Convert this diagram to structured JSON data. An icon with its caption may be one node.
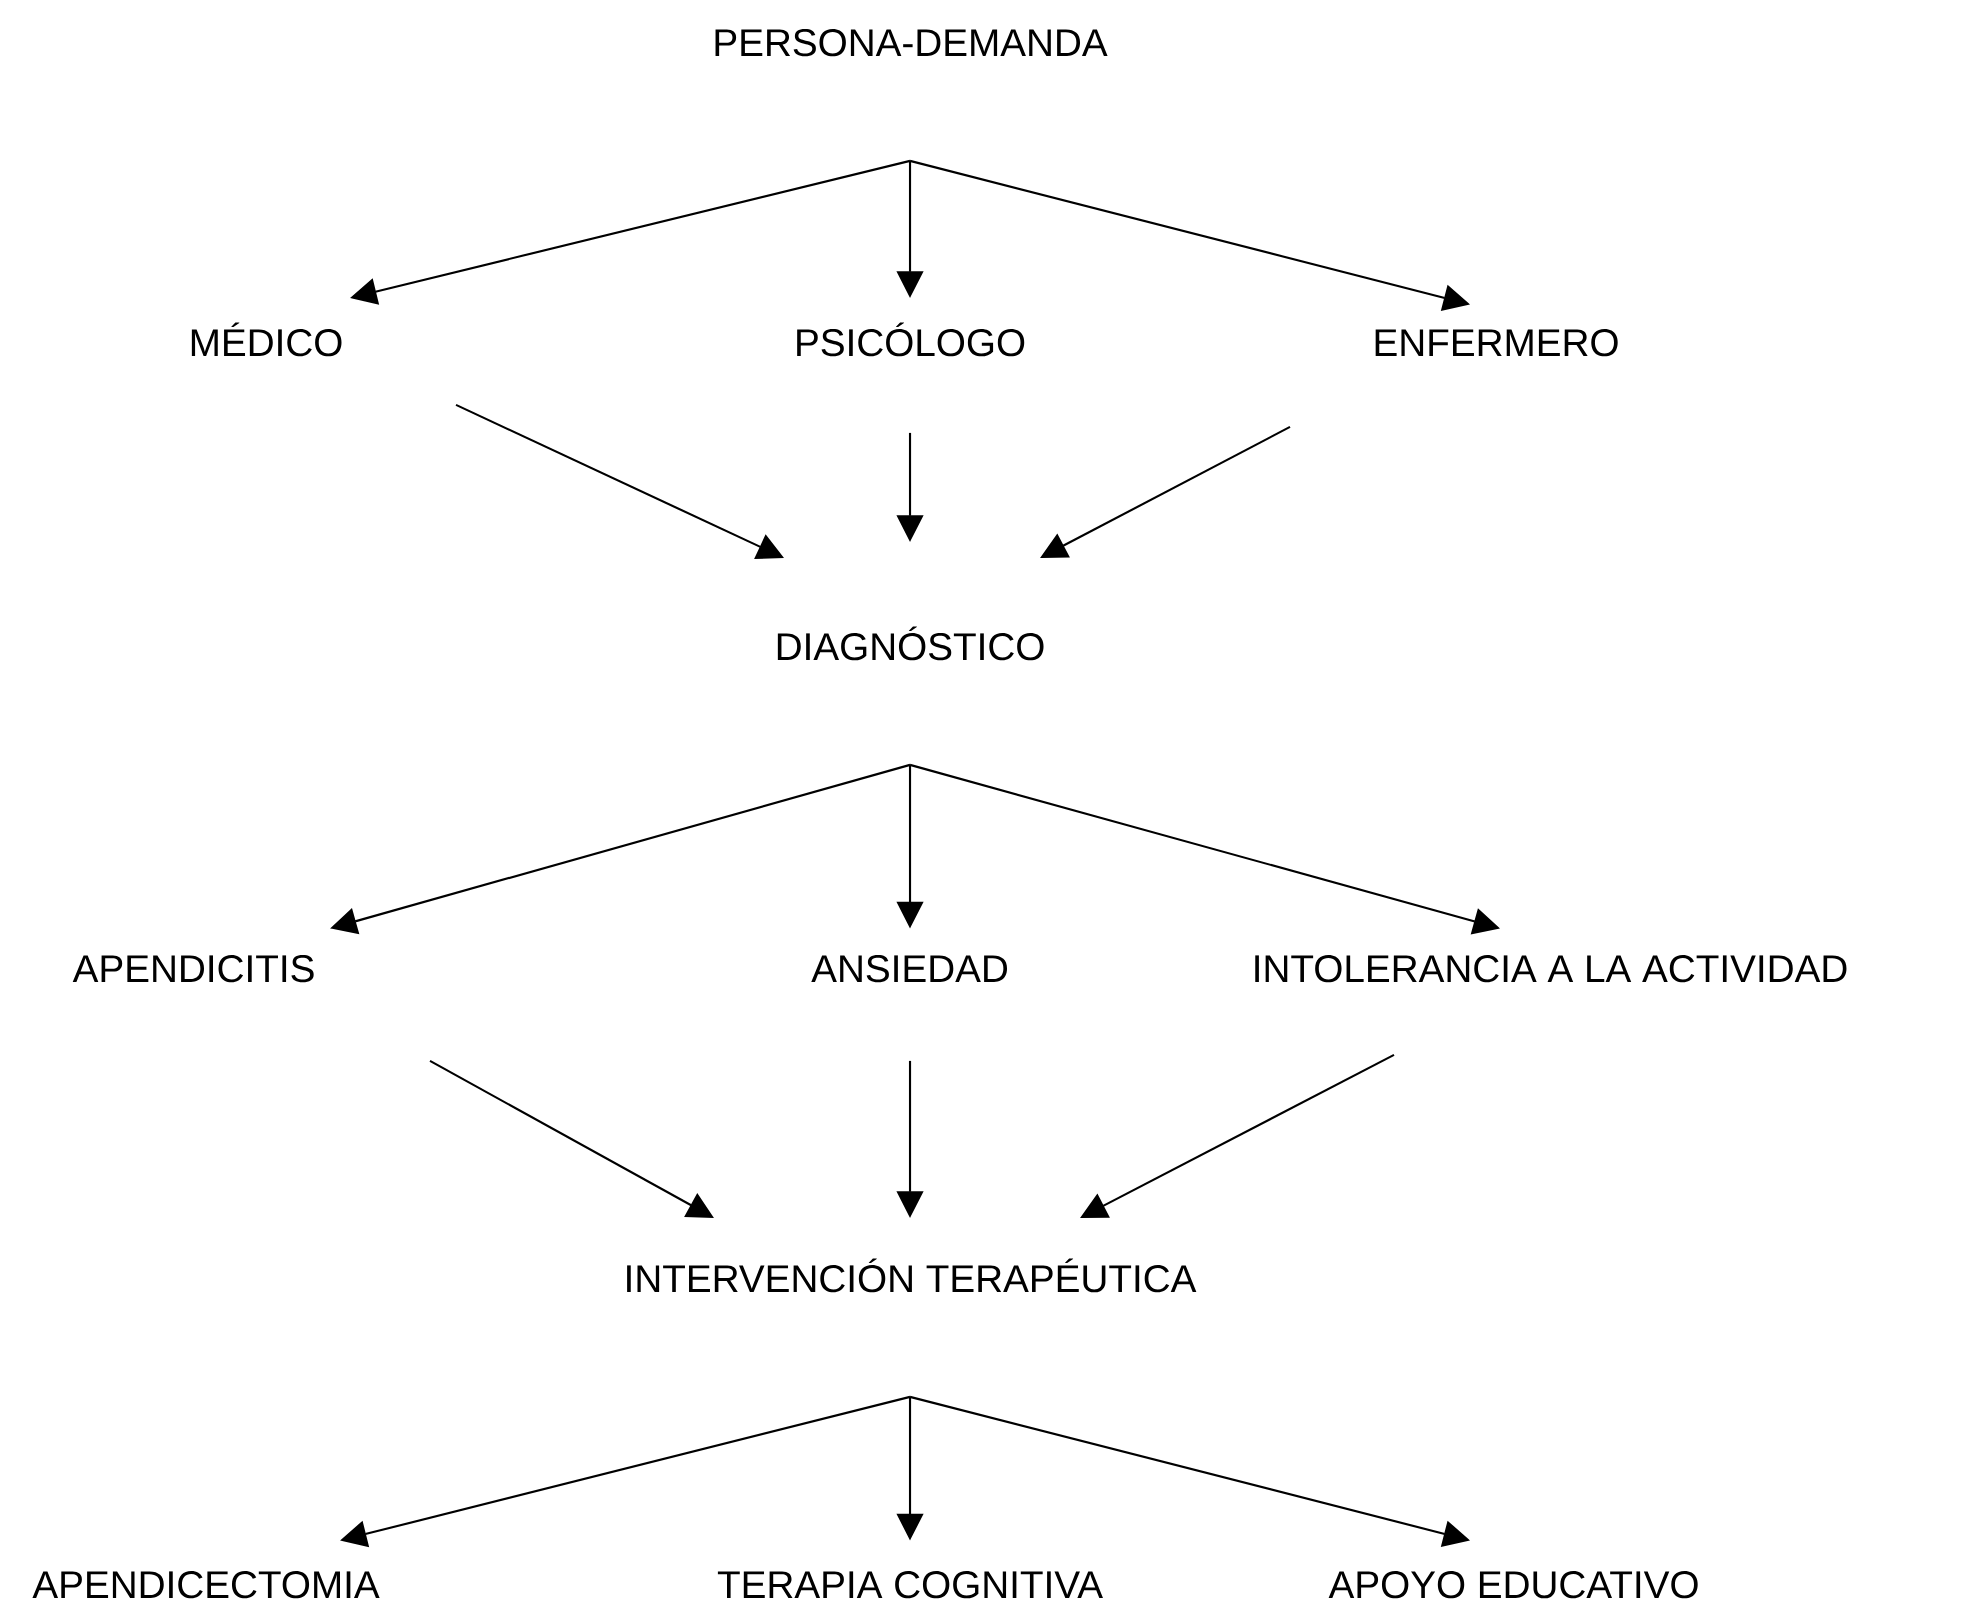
{
  "diagram": {
    "nodes": [
      {
        "text": [
          "PERSONA-DEMANDA"
        ]
      },
      {
        "text": [
          "MÉDICO"
        ]
      },
      {
        "text": [
          "PSICÓLOGO"
        ]
      },
      {
        "text": [
          "ENFERMERO"
        ]
      },
      {
        "text": [
          "DIAGNÓSTICO"
        ]
      },
      {
        "text": [
          "APENDICITIS"
        ]
      },
      {
        "text": [
          "ANSIEDAD"
        ]
      },
      {
        "text": [
          "INTOLERANCIA A LA ACTIVIDAD"
        ]
      },
      {
        "text": [
          "INTERVENCIÓN TERAPÉUTICA"
        ]
      },
      {
        "text": [
          "APENDICECTOMIA"
        ]
      },
      {
        "text": [
          "TERAPIA COGNITIVA"
        ]
      },
      {
        "text": [
          "APOYO EDUCATIVO"
        ]
      }
    ],
    "edges": [
      {
        "from": 0,
        "to": 1,
        "arrow": "to"
      },
      {
        "from": 0,
        "to": 2,
        "arrow": "to"
      },
      {
        "from": 0,
        "to": 3,
        "arrow": "to"
      },
      {
        "from": 1,
        "to": 4,
        "arrow": "to"
      },
      {
        "from": 2,
        "to": 4,
        "arrow": "to"
      },
      {
        "from": 3,
        "to": 4,
        "arrow": "to"
      },
      {
        "from": 4,
        "to": 5,
        "arrow": "to"
      },
      {
        "from": 4,
        "to": 6,
        "arrow": "to"
      },
      {
        "from": 4,
        "to": 7,
        "arrow": "to"
      },
      {
        "from": 5,
        "to": 8,
        "arrow": "to"
      },
      {
        "from": 6,
        "to": 8,
        "arrow": "to"
      },
      {
        "from": 7,
        "to": 8,
        "arrow": "to"
      },
      {
        "from": 8,
        "to": 9,
        "arrow": "to"
      },
      {
        "from": 8,
        "to": 10,
        "arrow": "to"
      },
      {
        "from": 8,
        "to": 11,
        "arrow": "to"
      }
    ]
  }
}
